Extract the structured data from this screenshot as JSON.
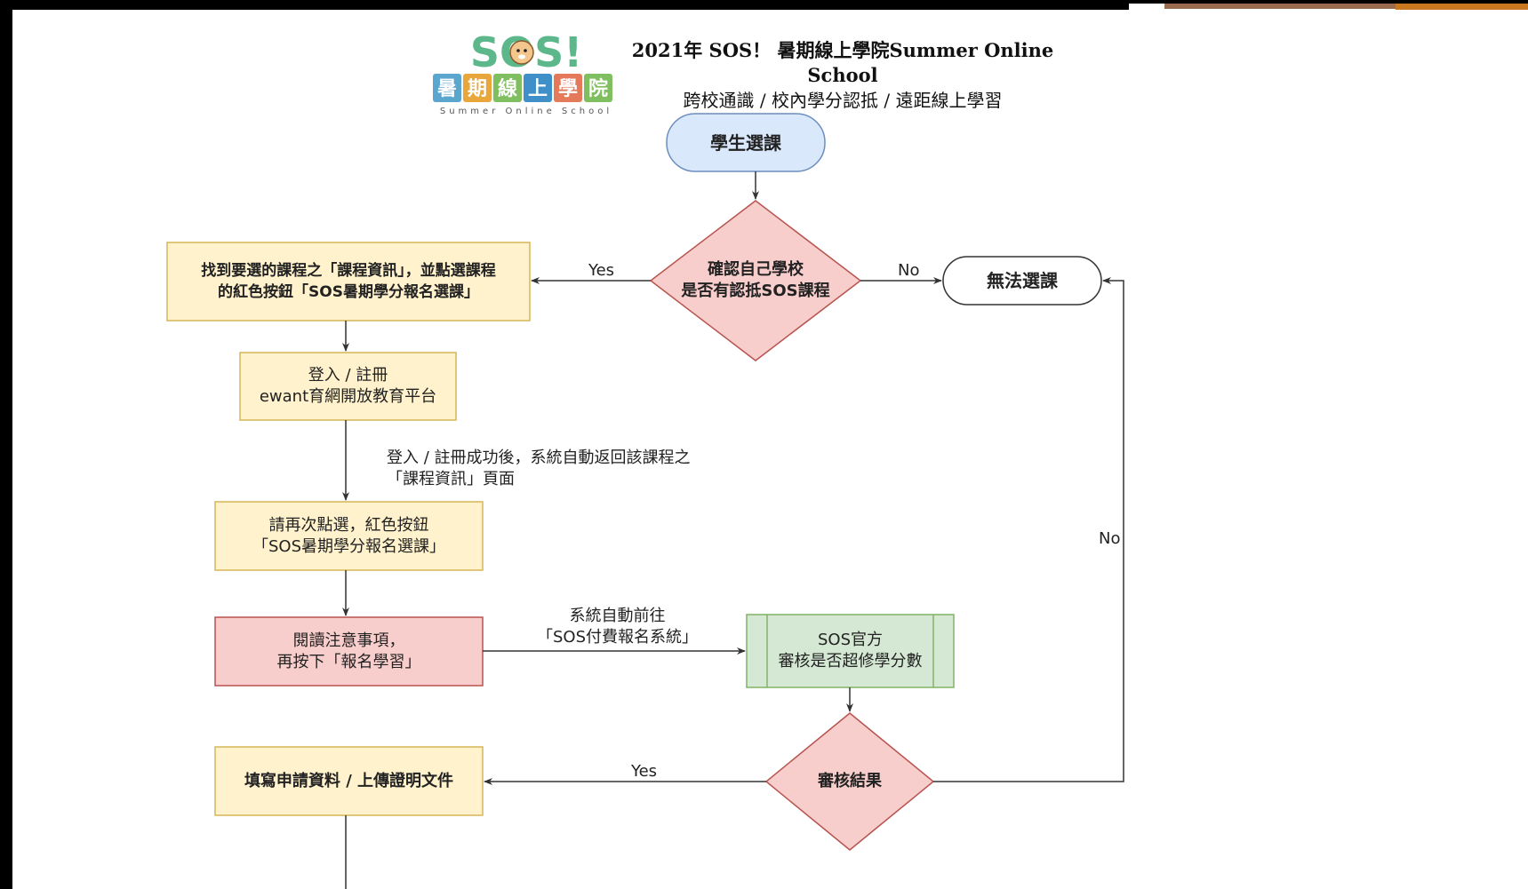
{
  "logo": {
    "big_text": "SOS!",
    "blocks": [
      "暑",
      "期",
      "線",
      "上",
      "學",
      "院"
    ],
    "sub_text": "Summer  Online  School"
  },
  "header": {
    "title_line1": "2021年 SOS！ 暑期線上學院Summer Online School",
    "title_line2": "跨校通識 / 校內學分認抵 / 遠距線上學習"
  },
  "nodes": {
    "start": {
      "text": "學生選課"
    },
    "decision1": {
      "lines": [
        "確認自己學校",
        "是否有認抵SOS課程"
      ]
    },
    "cannot": {
      "text": "無法選課"
    },
    "find_course": {
      "lines": [
        "找到要選的課程之「課程資訊」，並點選課程",
        "的紅色按鈕「SOS暑期學分報名選課」"
      ]
    },
    "login": {
      "lines": [
        "登入 / 註冊",
        "ewant育網開放教育平台"
      ]
    },
    "click_again": {
      "lines": [
        "請再次點選，紅色按鈕",
        "「SOS暑期學分報名選課」"
      ]
    },
    "read_notice": {
      "lines": [
        "閱讀注意事項，",
        "再按下「報名學習」"
      ]
    },
    "sos_review": {
      "lines": [
        "SOS官方",
        "審核是否超修學分數"
      ]
    },
    "decision2": {
      "text": "審核結果"
    },
    "fill_form": {
      "text": "填寫申請資料 / 上傳證明文件"
    }
  },
  "edge_labels": {
    "d1_yes": "Yes",
    "d1_no": "No",
    "login_note": [
      "登入 / 註冊成功後，系統自動返回該課程之",
      "「課程資訊」頁面"
    ],
    "auto_goto": [
      "系統自動前往",
      "「SOS付費報名系統」"
    ],
    "d2_yes": "Yes",
    "d2_no": "No"
  },
  "colors": {
    "blue_fill": "#dae8fc",
    "blue_stroke": "#6c8ebf",
    "yellow_fill": "#fff2cc",
    "yellow_stroke": "#d6b656",
    "red_fill": "#f8cecc",
    "red_stroke": "#b85450",
    "green_fill": "#d5e8d4",
    "green_stroke": "#82b366",
    "line": "#333333"
  }
}
